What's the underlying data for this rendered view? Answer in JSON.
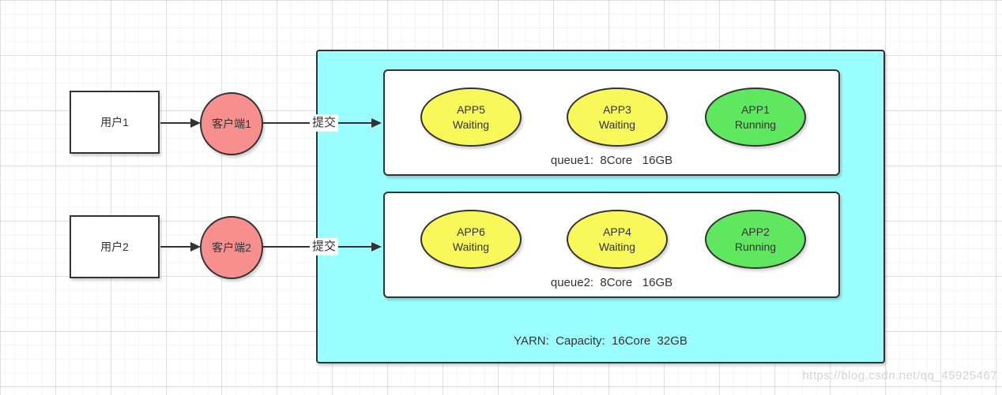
{
  "flows": [
    {
      "user": "用户1",
      "client": "客户端1",
      "action": "提交"
    },
    {
      "user": "用户2",
      "client": "客户端2",
      "action": "提交"
    }
  ],
  "yarn": {
    "label": "YARN:  Capacity:  16Core  32GB",
    "queues": [
      {
        "label": "queue1:  8Core   16GB",
        "apps": [
          {
            "name": "APP5",
            "status": "Waiting"
          },
          {
            "name": "APP3",
            "status": "Waiting"
          },
          {
            "name": "APP1",
            "status": "Running"
          }
        ]
      },
      {
        "label": "queue2:  8Core   16GB",
        "apps": [
          {
            "name": "APP6",
            "status": "Waiting"
          },
          {
            "name": "APP4",
            "status": "Waiting"
          },
          {
            "name": "APP2",
            "status": "Running"
          }
        ]
      }
    ]
  },
  "watermark": "https://blog.csdn.net/qq_45925467",
  "colors": {
    "container_fill": "#9BFEFE",
    "waiting_fill": "#F8F85A",
    "running_fill": "#5FE85F",
    "client_fill": "#F78F8F",
    "stroke": "#333333",
    "grid_line": "#EEEEEE"
  }
}
